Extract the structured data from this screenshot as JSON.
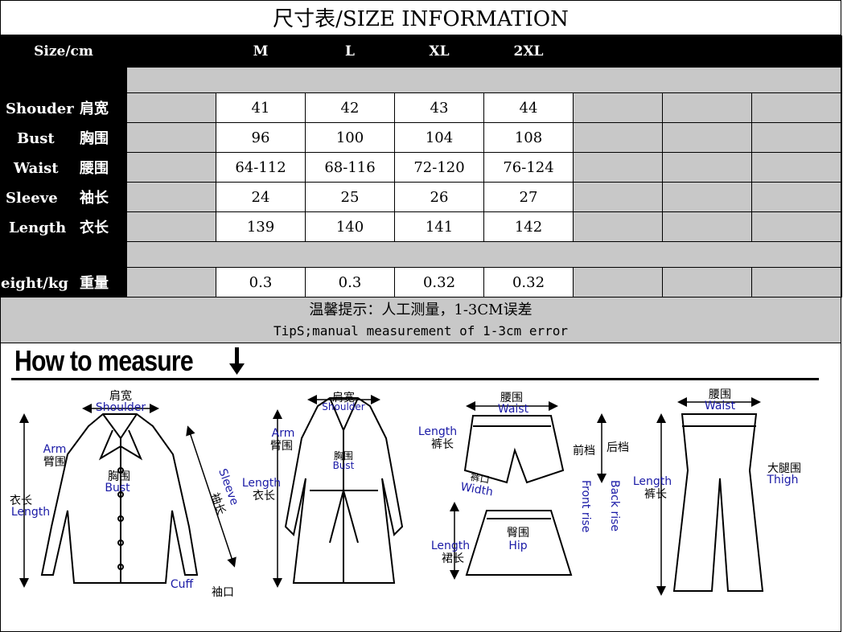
{
  "title": "尺寸表/SIZE INFORMATION",
  "table": {
    "header_label": "Size/cm",
    "sizes": [
      "M",
      "L",
      "XL",
      "2XL"
    ],
    "rows": [
      {
        "en": "Shouder",
        "cn": "肩宽",
        "values": [
          "41",
          "42",
          "43",
          "44"
        ]
      },
      {
        "en": "Bust",
        "cn": "胸围",
        "values": [
          "96",
          "100",
          "104",
          "108"
        ]
      },
      {
        "en": "Waist",
        "cn": "腰围",
        "values": [
          "64-112",
          "68-116",
          "72-120",
          "76-124"
        ]
      },
      {
        "en": "Sleeve",
        "cn": "袖长",
        "values": [
          "24",
          "25",
          "26",
          "27"
        ]
      },
      {
        "en": "Length",
        "cn": "衣长",
        "values": [
          "139",
          "140",
          "141",
          "142"
        ]
      }
    ],
    "weight_row": {
      "en": "eight/kg",
      "cn": "重量",
      "values": [
        "0.3",
        "0.3",
        "0.32",
        "0.32"
      ]
    }
  },
  "tip": {
    "cn": "温馨提示：人工测量，1-3CM误差",
    "en": "TipS;manual measurement of 1-3cm error"
  },
  "how_to": "How to measure",
  "illustration": {
    "shirt": {
      "shoulder_cn": "肩宽",
      "shoulder_en": "Shoulder",
      "arm_en": "Arm",
      "arm_cn": "臂围",
      "bust_cn": "胸围",
      "bust_en": "Bust",
      "length_cn": "衣长",
      "length_en": "Length",
      "sleeve_cn": "袖长",
      "sleeve_en": "Sleeve",
      "cuff_en": "Cuff",
      "cuff_cn": "袖口"
    },
    "coat": {
      "shoulder_cn": "肩宽",
      "shoulder_en": "Shoulder",
      "arm_en": "Arm",
      "arm_cn": "臂围",
      "bust_cn": "胸围",
      "bust_en": "Bust",
      "length_en": "Length",
      "length_cn": "衣长"
    },
    "shorts": {
      "waist_cn": "腰围",
      "waist_en": "Waist",
      "length_en": "Length",
      "length_cn": "裤长",
      "front_cn": "前档",
      "back_cn": "后档",
      "width_cn": "裤口",
      "width_en": "Width",
      "front_en": "Front rise",
      "back_en": "Back rise"
    },
    "skirt": {
      "hip_cn": "臀围",
      "hip_en": "Hip",
      "length_en": "Length",
      "length_cn": "裙长"
    },
    "pants": {
      "waist_cn": "腰围",
      "waist_en": "Waist",
      "length_en": "Length",
      "length_cn": "裤长",
      "thigh_cn": "大腿围",
      "thigh_en": "Thigh"
    }
  },
  "colors": {
    "header_bg": "#000000",
    "gray": "#c8c8c8",
    "annotation": "#1a1aa6"
  }
}
